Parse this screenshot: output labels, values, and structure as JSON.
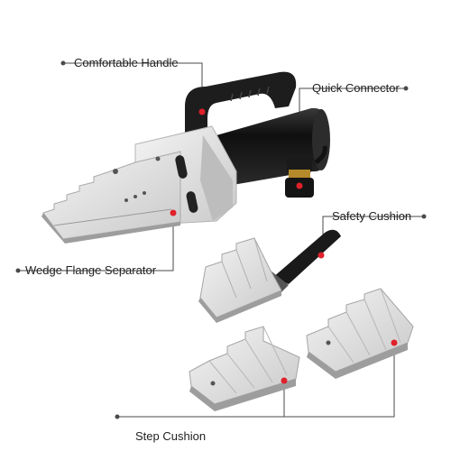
{
  "labels": {
    "handle": "Comfortable Handle",
    "connector": "Quick Connector",
    "safety_cushion": "Safety Cushion",
    "separator": "Wedge Flange Separator",
    "step_cushion": "Step Cushion"
  },
  "colors": {
    "marker_red": "#e0202a",
    "metal_light": "#e9e9e9",
    "metal_mid": "#cfcfcf",
    "metal_dark": "#a9a9a9",
    "rubber_black": "#1f1f1f",
    "leader_line": "#4a4a4a"
  }
}
